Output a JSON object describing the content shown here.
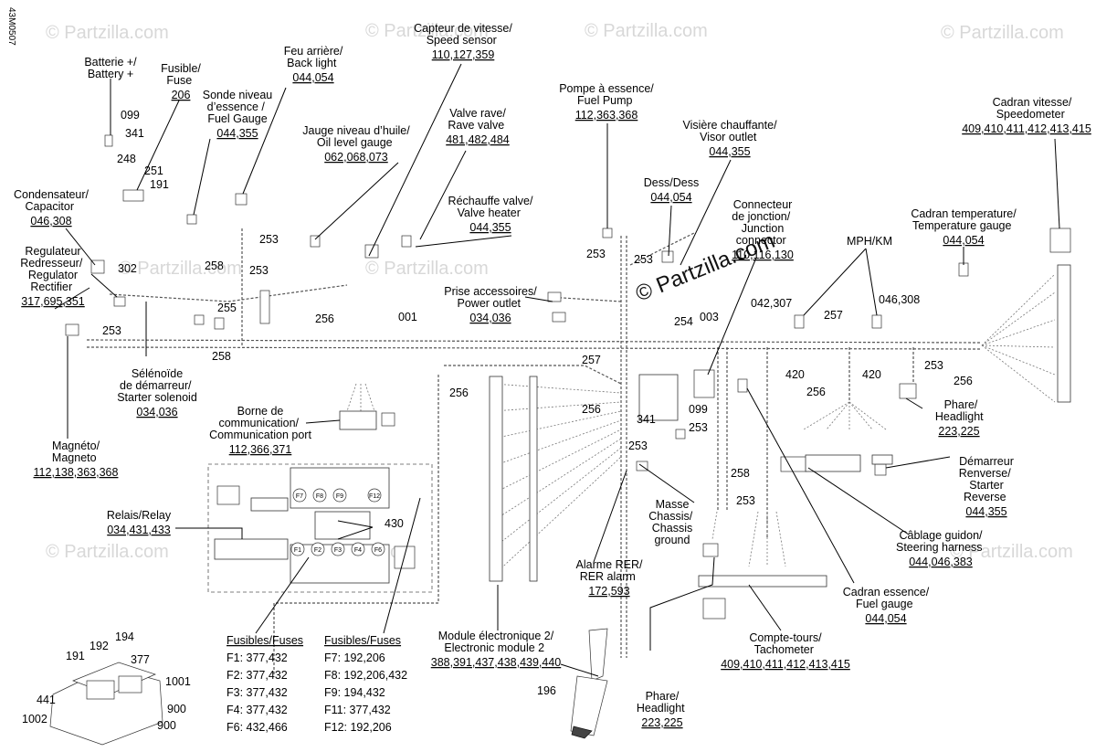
{
  "doc_id": "43M0507",
  "watermark": "© Partzilla.com",
  "labels": {
    "batterie": [
      "Batterie +/",
      "Battery +"
    ],
    "fusible": [
      "Fusible/",
      "Fuse",
      "206"
    ],
    "sonde": [
      "Sonde niveau",
      "d’essence /",
      "Fuel Gauge",
      "044,355"
    ],
    "feu": [
      "Feu arrière/",
      "Back light",
      "044,054"
    ],
    "capteur": [
      "Capteur de vitesse/",
      "Speed sensor",
      "110,127,359"
    ],
    "jauge": [
      "Jauge niveau d’huile/",
      "Oil level gauge",
      "062,068,073"
    ],
    "valve_rave": [
      "Valve rave/",
      "Rave valve",
      "481,482,484"
    ],
    "rechauffe": [
      "Réchauffe valve/",
      "Valve heater",
      "044,355"
    ],
    "pompe": [
      "Pompe à essence/",
      "Fuel Pump",
      "112,363,368"
    ],
    "visiere": [
      "Visière chauffante/",
      "Visor outlet",
      "044,355"
    ],
    "dess": [
      "Dess/Dess",
      "044,054"
    ],
    "connecteur": [
      "Connecteur",
      "de jonction/",
      "Junction",
      "connector",
      "110,116,130"
    ],
    "cadran_vitesse": [
      "Cadran vitesse/",
      "Speedometer",
      "409,410,411,412,413,415"
    ],
    "cadran_temp": [
      "Cadran temperature/",
      "Temperature gauge",
      "044,054"
    ],
    "mph": [
      "MPH/KM"
    ],
    "condensateur": [
      "Condensateur/",
      "Capacitor",
      "046,308"
    ],
    "regulateur": [
      "Regulateur",
      "Redresseur/",
      "Regulator",
      "Rectifier",
      "317,695,351"
    ],
    "prise": [
      "Prise accessoires/",
      "Power outlet",
      "034,036"
    ],
    "solenoide": [
      "Sélénoïde",
      "de démarreur/",
      "Starter solenoid",
      "034,036"
    ],
    "borne": [
      "Borne de",
      "communication/",
      "Communication port",
      "112,366,371"
    ],
    "magneto": [
      "Magnéto/",
      "Magneto",
      "112,138,363,368"
    ],
    "relais": [
      "Relais/Relay",
      "034,431,433"
    ],
    "phare_r": [
      "Phare/",
      "Headlight",
      "223,225"
    ],
    "demarreur": [
      "Démarreur",
      "Renverse/",
      "Starter",
      "Reverse",
      "044,355"
    ],
    "masse": [
      "Masse",
      "Chassis/",
      "Chassis",
      "ground"
    ],
    "cablage": [
      "Câblage guidon/",
      "Steering harness",
      "044,046,383"
    ],
    "alarme": [
      "Alarme RER/",
      "RER alarm",
      "172,593"
    ],
    "cadran_essence": [
      "Cadran essence/",
      "Fuel gauge",
      "044,054"
    ],
    "compte": [
      "Compte-tours/",
      "Tachometer",
      "409,410,411,412,413,415"
    ],
    "module": [
      "Module électronique 2/",
      "Electronic module 2",
      "388,391,437,438,439,440"
    ],
    "phare_b": [
      "Phare/",
      "Headlight",
      "223,225"
    ]
  },
  "fuses_left": {
    "title": "Fusibles/Fuses",
    "items": [
      "F1: 377,432",
      "F2: 377,432",
      "F3: 377,432",
      "F4: 377,432",
      "F6: 432,466"
    ]
  },
  "fuses_right": {
    "title": "Fusibles/Fuses",
    "items": [
      "F7: 192,206",
      "F8: 192,206,432",
      "F9: 194,432",
      "F11: 377,432",
      "F12: 192,206"
    ]
  },
  "fuse_box_slots": [
    "F7",
    "F8",
    "F9",
    "F12",
    "F1",
    "F2",
    "F3",
    "F4",
    "F6"
  ],
  "ref_numbers": {
    "r099a": "099",
    "r341a": "341",
    "r248": "248",
    "r251": "251",
    "r191a": "191",
    "r253a": "253",
    "r253b": "253",
    "r253c": "253",
    "r253d": "253",
    "r253e": "253",
    "r253f": "253",
    "r253g": "253",
    "r253h": "253",
    "r253i": "253",
    "r258a": "258",
    "r258b": "258",
    "r258c": "258",
    "r302": "302",
    "r255": "255",
    "r256a": "256",
    "r256b": "256",
    "r256c": "256",
    "r256d": "256",
    "r256e": "256",
    "r001": "001",
    "r003": "003",
    "r254": "254",
    "r257a": "257",
    "r257b": "257",
    "r042": "042,307",
    "r046": "046,308",
    "r420a": "420",
    "r420b": "420",
    "r099b": "099",
    "r341b": "341",
    "r430": "430",
    "r196": "196",
    "r191b": "191",
    "r192": "192",
    "r194": "194",
    "r377": "377",
    "r1001": "1001",
    "r441": "441",
    "r1002": "1002",
    "r900a": "900",
    "r900b": "900"
  }
}
